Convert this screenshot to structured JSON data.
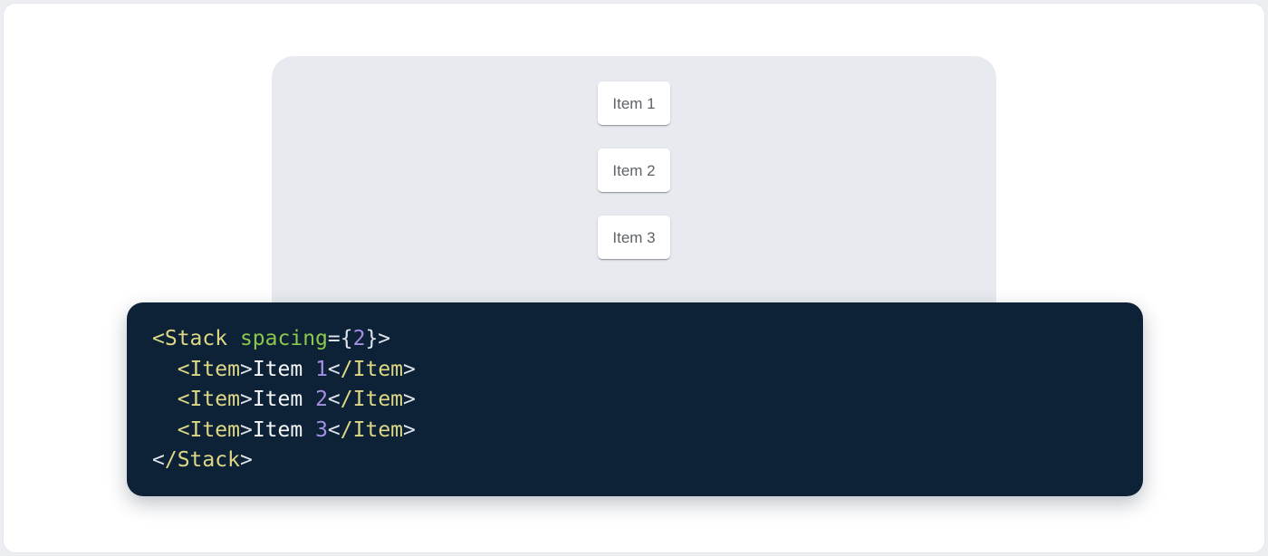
{
  "page": {
    "background": "#ECEEF1",
    "card_background": "#FFFFFF",
    "card_border": "#E5E8EC"
  },
  "demo": {
    "panel_background": "#E7EBF0",
    "items": [
      {
        "label": "Item 1"
      },
      {
        "label": "Item 2"
      },
      {
        "label": "Item 3"
      }
    ]
  },
  "code": {
    "background": "#0D2137",
    "language": "jsx",
    "colors": {
      "tag": "#DED885",
      "attr": "#8CC84B",
      "num": "#A48FE4",
      "punc": "#DFE5EB",
      "plain": "#F5F7F9"
    },
    "plain_text": "<Stack spacing={2}>\n  <Item>Item 1</Item>\n  <Item>Item 2</Item>\n  <Item>Item 3</Item>\n</Stack>",
    "lines": [
      [
        [
          "tag",
          "<Stack"
        ],
        [
          "plain",
          " "
        ],
        [
          "attr",
          "spacing"
        ],
        [
          "punc",
          "={"
        ],
        [
          "num",
          "2"
        ],
        [
          "punc",
          "}>"
        ]
      ],
      [
        [
          "plain",
          "  "
        ],
        [
          "tag",
          "<Item"
        ],
        [
          "punc",
          ">"
        ],
        [
          "plain",
          "Item "
        ],
        [
          "num",
          "1"
        ],
        [
          "punc",
          "<"
        ],
        [
          "tag",
          "/Item"
        ],
        [
          "punc",
          ">"
        ]
      ],
      [
        [
          "plain",
          "  "
        ],
        [
          "tag",
          "<Item"
        ],
        [
          "punc",
          ">"
        ],
        [
          "plain",
          "Item "
        ],
        [
          "num",
          "2"
        ],
        [
          "punc",
          "<"
        ],
        [
          "tag",
          "/Item"
        ],
        [
          "punc",
          ">"
        ]
      ],
      [
        [
          "plain",
          "  "
        ],
        [
          "tag",
          "<Item"
        ],
        [
          "punc",
          ">"
        ],
        [
          "plain",
          "Item "
        ],
        [
          "num",
          "3"
        ],
        [
          "punc",
          "<"
        ],
        [
          "tag",
          "/Item"
        ],
        [
          "punc",
          ">"
        ]
      ],
      [
        [
          "punc",
          "<"
        ],
        [
          "tag",
          "/Stack"
        ],
        [
          "punc",
          ">"
        ]
      ]
    ]
  }
}
